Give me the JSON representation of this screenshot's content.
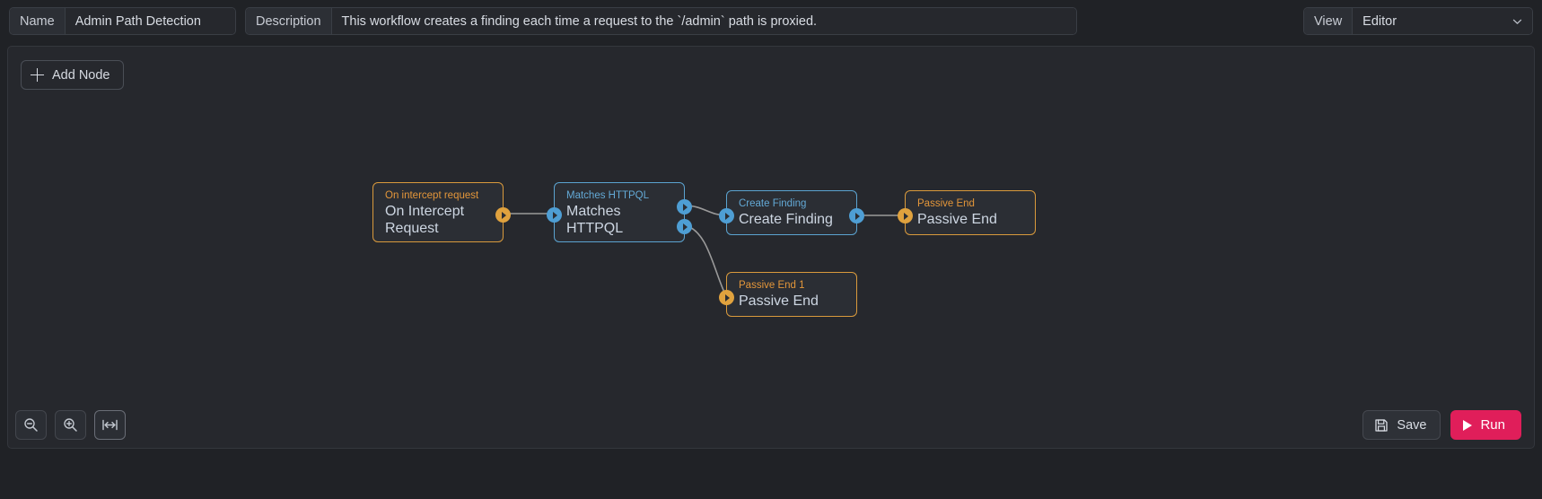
{
  "header": {
    "name_label": "Name",
    "name_value": "Admin Path Detection",
    "description_label": "Description",
    "description_value": "This workflow creates a finding each time a request to the `/admin` path is proxied.",
    "view_label": "View",
    "view_value": "Editor"
  },
  "toolbar": {
    "add_node_label": "Add Node"
  },
  "nodes": [
    {
      "id": "on-intercept-request",
      "kicker": "On intercept request",
      "title": "On Intercept Request",
      "accent": "#d99a3c",
      "type": "trigger"
    },
    {
      "id": "matches-httpql",
      "kicker": "Matches HTTPQL",
      "title": "Matches HTTPQL",
      "accent": "#5ba3d0",
      "type": "condition"
    },
    {
      "id": "create-finding",
      "kicker": "Create Finding",
      "title": "Create Finding",
      "accent": "#5ba3d0",
      "type": "action"
    },
    {
      "id": "passive-end",
      "kicker": "Passive End",
      "title": "Passive End",
      "accent": "#d99a3c",
      "type": "end"
    },
    {
      "id": "passive-end-1",
      "kicker": "Passive End 1",
      "title": "Passive End",
      "accent": "#d99a3c",
      "type": "end"
    }
  ],
  "footer": {
    "zoom_out_icon": "zoom-out-icon",
    "zoom_in_icon": "zoom-in-icon",
    "fit_view_icon": "fit-view-icon",
    "save_label": "Save",
    "run_label": "Run",
    "run_color": "#e01e5a"
  }
}
